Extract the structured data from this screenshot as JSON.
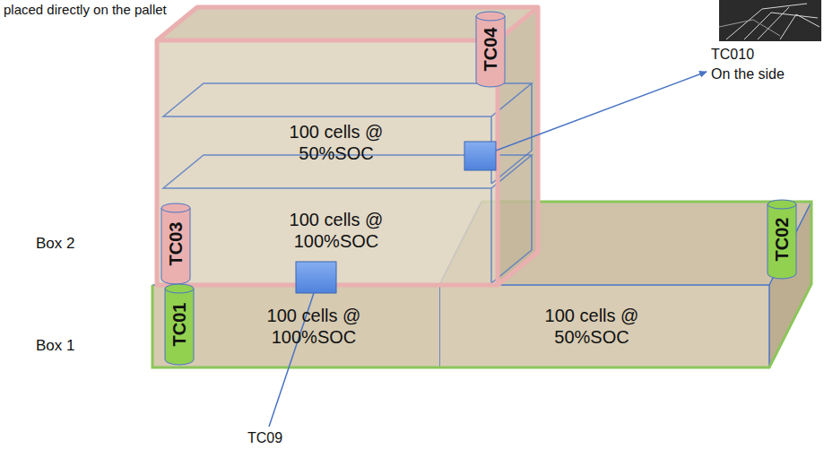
{
  "diagram": {
    "nodes": [
      {
        "text": [
          "TC04"
        ]
      },
      {
        "text": [
          "100 cells @ 50%SOC"
        ]
      },
      {
        "text": [
          "TC03"
        ]
      },
      {
        "text": [
          "100 cells @ 100%SOC"
        ]
      },
      {
        "text": [
          "TC02"
        ]
      },
      {
        "text": [
          "TC01"
        ]
      },
      {
        "text": [
          "100 cells @ 100%SOC"
        ]
      },
      {
        "text": [
          "100 cells @ 50%SOC"
        ]
      }
    ],
    "labels": [
      "placed directly on the pallet",
      "TC010",
      "On the side",
      "Box 2",
      "Box 1",
      "TC09"
    ]
  }
}
